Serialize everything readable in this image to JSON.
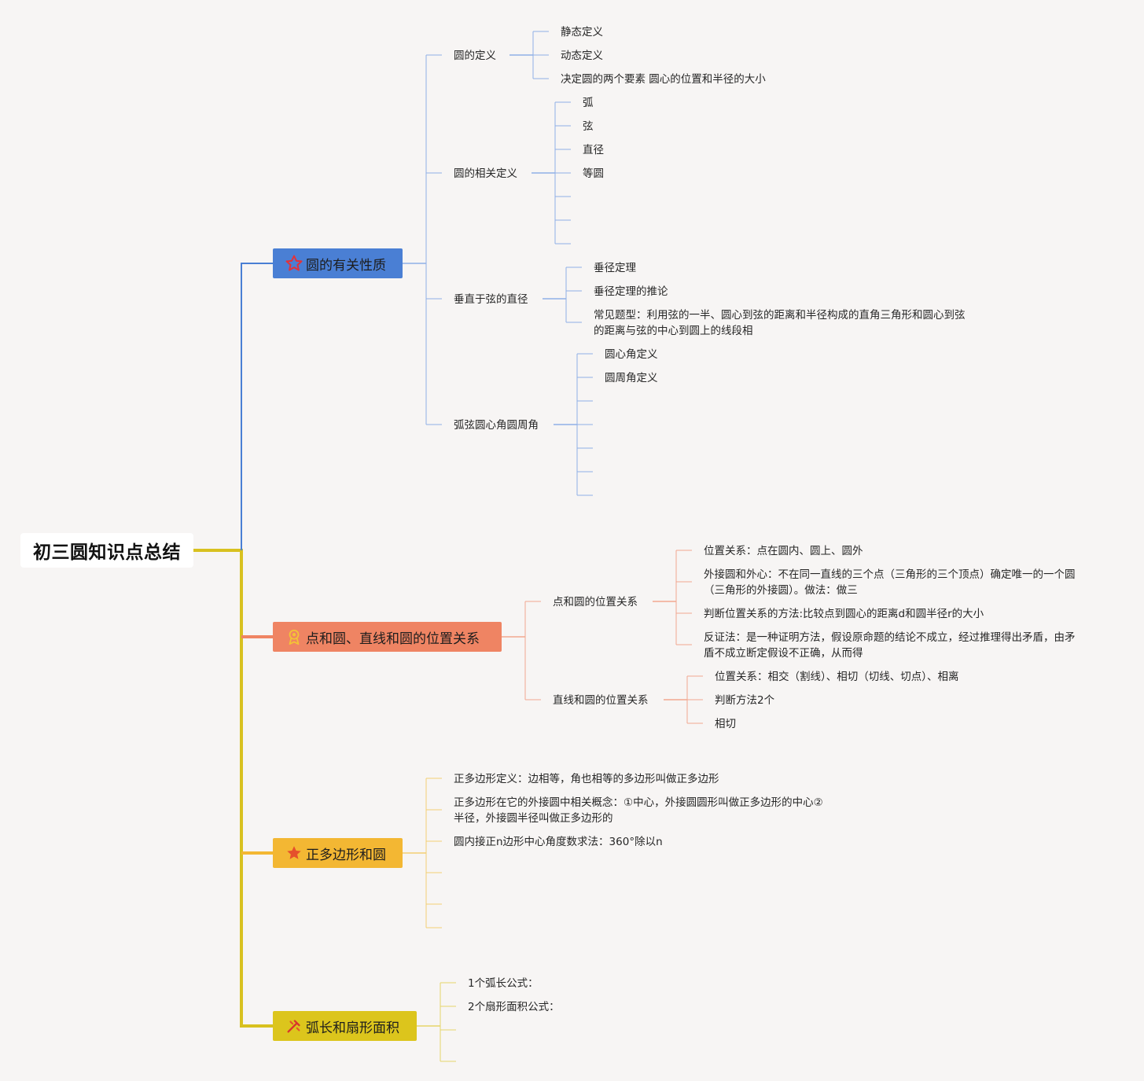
{
  "root": {
    "title": "初三圆知识点总结"
  },
  "branches": [
    {
      "id": "b1",
      "label": "圆的有关性质",
      "color": "#4a7fd4",
      "icon": "star-outline-icon",
      "subs": [
        {
          "label": "圆的定义",
          "leaves": [
            "静态定义",
            "动态定义",
            "决定圆的两个要素 圆心的位置和半径的大小"
          ]
        },
        {
          "label": "圆的相关定义",
          "leaves": [
            "弧",
            "弦",
            "直径",
            "等圆",
            "",
            "",
            ""
          ]
        },
        {
          "label": "垂直于弦的直径",
          "leaves": [
            "垂径定理",
            "垂径定理的推论",
            "常见题型：利用弦的一半、圆心到弦的距离和半径构成的直角三角形和圆心到弦\n的距离与弦的中心到圆上的线段相"
          ]
        },
        {
          "label": "弧弦圆心角圆周角",
          "leaves": [
            "圆心角定义",
            "圆周角定义",
            "",
            "",
            "",
            "",
            ""
          ]
        }
      ]
    },
    {
      "id": "b2",
      "label": "点和圆、直线和圆的位置关系",
      "color": "#ef8463",
      "icon": "award-icon",
      "subs": [
        {
          "label": "点和圆的位置关系",
          "leaves": [
            "位置关系：点在圆内、圆上、圆外",
            "外接圆和外心：不在同一直线的三个点（三角形的三个顶点）确定唯一的一个圆\n（三角形的外接圆）。做法：做三",
            "判断位置关系的方法:比较点到圆心的距离d和圆半径r的大小",
            "反证法：是一种证明方法，假设原命题的结论不成立，经过推理得出矛盾，由矛\n盾不成立断定假设不正确，从而得"
          ]
        },
        {
          "label": "直线和圆的位置关系",
          "leaves": [
            "位置关系：相交（割线）、相切（切线、切点）、相离",
            "判断方法2个",
            "相切"
          ]
        }
      ]
    },
    {
      "id": "b3",
      "label": "正多边形和圆",
      "color": "#f3b733",
      "icon": "star-filled-icon",
      "leaves": [
        "正多边形定义：边相等，角也相等的多边形叫做正多边形",
        "正多边形在它的外接圆中相关概念：①中心，外接圆圆形叫做正多边形的中心②\n半径，外接圆半径叫做正多边形的",
        "圆内接正n边形中心角度数求法：360°除以n",
        "",
        "",
        "",
        ""
      ]
    },
    {
      "id": "b4",
      "label": "弧长和扇形面积",
      "color": "#dcc51c",
      "icon": "tools-icon",
      "leaves": [
        "1个弧长公式：",
        "2个扇形面积公式：",
        "",
        "",
        ""
      ]
    }
  ]
}
